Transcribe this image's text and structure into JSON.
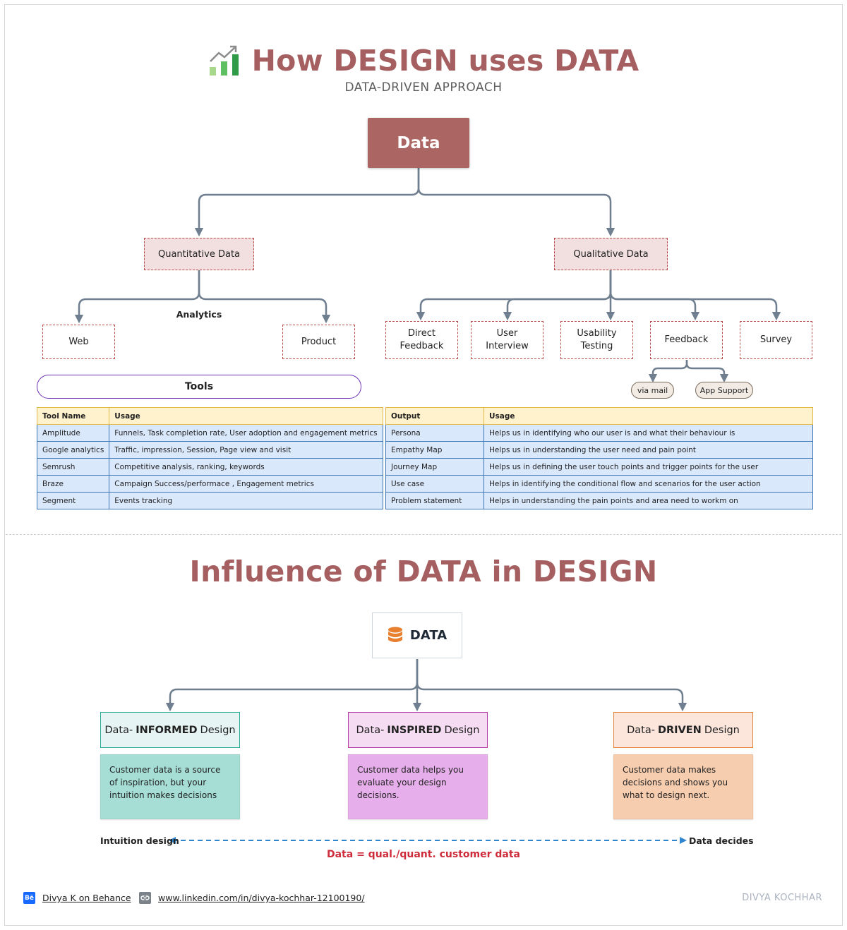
{
  "header": {
    "title": "How DESIGN uses DATA",
    "subtitle": "DATA-DRIVEN APPROACH",
    "icon": "bar-chart-trend-icon"
  },
  "tree": {
    "root": "Data",
    "quantitative": {
      "label": "Quantitative Data",
      "branch_label": "Analytics",
      "children": [
        "Web",
        "Product"
      ]
    },
    "qualitative": {
      "label": "Qualitative Data",
      "children": [
        "Direct Feedback",
        "User Interview",
        "Usability Testing",
        "Feedback",
        "Survey"
      ],
      "feedback_children": [
        "via mail",
        "App Support"
      ]
    },
    "tools_label": "Tools"
  },
  "tools_table": {
    "headers": [
      "Tool Name",
      "Usage"
    ],
    "rows": [
      [
        "Amplitude",
        "Funnels, Task completion rate, User adoption and engagement metrics"
      ],
      [
        "Google analytics",
        "Traffic, impression, Session, Page view and visit"
      ],
      [
        "Semrush",
        "Competitive analysis, ranking, keywords"
      ],
      [
        "Braze",
        "Campaign Success/performace , Engagement metrics"
      ],
      [
        "Segment",
        "Events tracking"
      ]
    ]
  },
  "outputs_table": {
    "headers": [
      "Output",
      "Usage"
    ],
    "rows": [
      [
        "Persona",
        "Helps us in identifying who our user is and what their behaviour is"
      ],
      [
        "Empathy Map",
        "Helps us in understanding the user need and pain point"
      ],
      [
        "Journey Map",
        "Helps us in defining the user touch points and trigger points for the user"
      ],
      [
        "Use case",
        "Helps in identifying the conditional flow and scenarios for the user action"
      ],
      [
        "Problem statement",
        "Helps in understanding the pain points and area need to workm on"
      ]
    ]
  },
  "influence": {
    "title": "Influence of DATA in DESIGN",
    "root": "DATA",
    "root_icon": "database-icon",
    "categories": [
      {
        "prefix": "Data-",
        "keyword": "INFORMED",
        "suffix": "Design",
        "description": "Customer data is a source of inspiration, but your intuition makes decisions",
        "color": "#2aa99a"
      },
      {
        "prefix": "Data-",
        "keyword": "INSPIRED",
        "suffix": "Design",
        "description": "Customer data helps you evaluate your design decisions.",
        "color": "#b13ca5"
      },
      {
        "prefix": "Data-",
        "keyword": "DRIVEN",
        "suffix": "Design",
        "description": "Customer data makes decisions and shows you what to design next.",
        "color": "#e2843d"
      }
    ],
    "scale_left": "Intuition design",
    "scale_right": "Data decides",
    "definition": "Data = qual./quant. customer data"
  },
  "footer": {
    "behance_icon_text": "Bē",
    "behance": "Divya K on Behance",
    "linkedin": "www.linkedin.com/in/divya-kochhar-12100190/",
    "signature": "DIVYA KOCHHAR"
  },
  "colors": {
    "title": "#a65f60",
    "root_box": "#ab6563",
    "connector": "#6f7f8f",
    "dashed_border": "#b94a4a",
    "definition": "#cf2c3b"
  }
}
